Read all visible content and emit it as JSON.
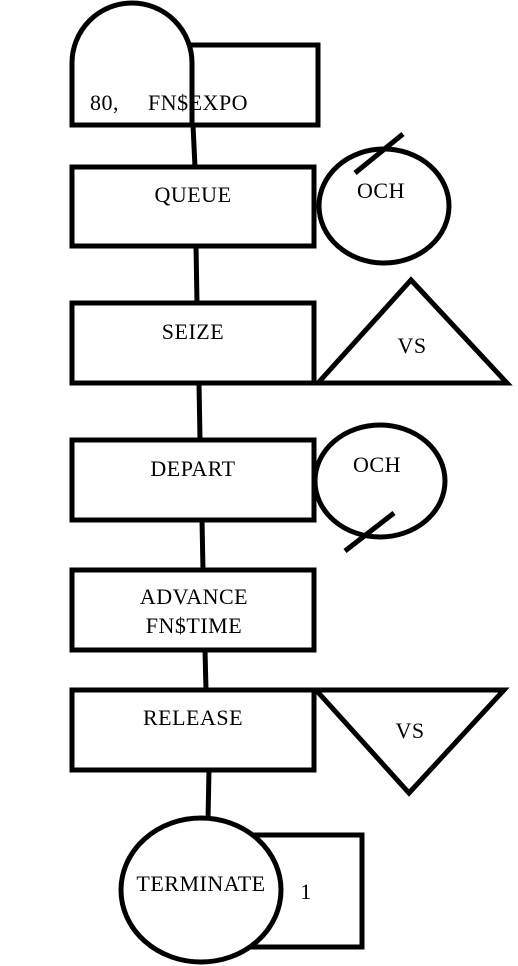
{
  "generate": {
    "params": "80,",
    "function": "FN$EXPO"
  },
  "queue": {
    "label": "QUEUE",
    "storage": "OCH"
  },
  "seize": {
    "label": "SEIZE",
    "facility": "VS"
  },
  "depart": {
    "label": "DEPART",
    "storage": "OCH"
  },
  "advance": {
    "line1": "ADVANCE",
    "line2": "FN$TIME"
  },
  "release": {
    "label": "RELEASE",
    "facility": "VS"
  },
  "terminate": {
    "label": "TERMINATE",
    "count": "1"
  }
}
